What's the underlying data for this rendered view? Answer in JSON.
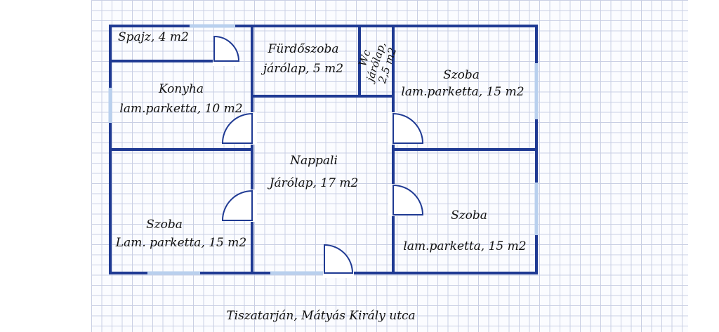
{
  "rooms": {
    "spajz": "Spajz, 4 m2",
    "furdo_name": "Fürdőszoba",
    "furdo_floor": "járólap, 5 m2",
    "wc_name": "Wc",
    "wc_floor": "járólap,",
    "wc_area": "2,5 m2",
    "konyha_name": "Konyha",
    "konyha_floor": "lam.parketta, 10 m2",
    "szoba_tr_name": "Szoba",
    "szoba_tr_floor": "lam.parketta, 15 m2",
    "nappali_name": "Nappali",
    "nappali_floor": "Járólap, 17 m2",
    "szoba_bl_name": "Szoba",
    "szoba_bl_floor": "Lam. parketta, 15 m2",
    "szoba_br_name": "Szoba",
    "szoba_br_floor": "lam.parketta, 15 m2"
  },
  "address": "Tiszatarján, Mátyás Király utca",
  "colors": {
    "wall": "#1f3a93",
    "window": "#b9d0ee",
    "grid": "#c9cfe4"
  }
}
